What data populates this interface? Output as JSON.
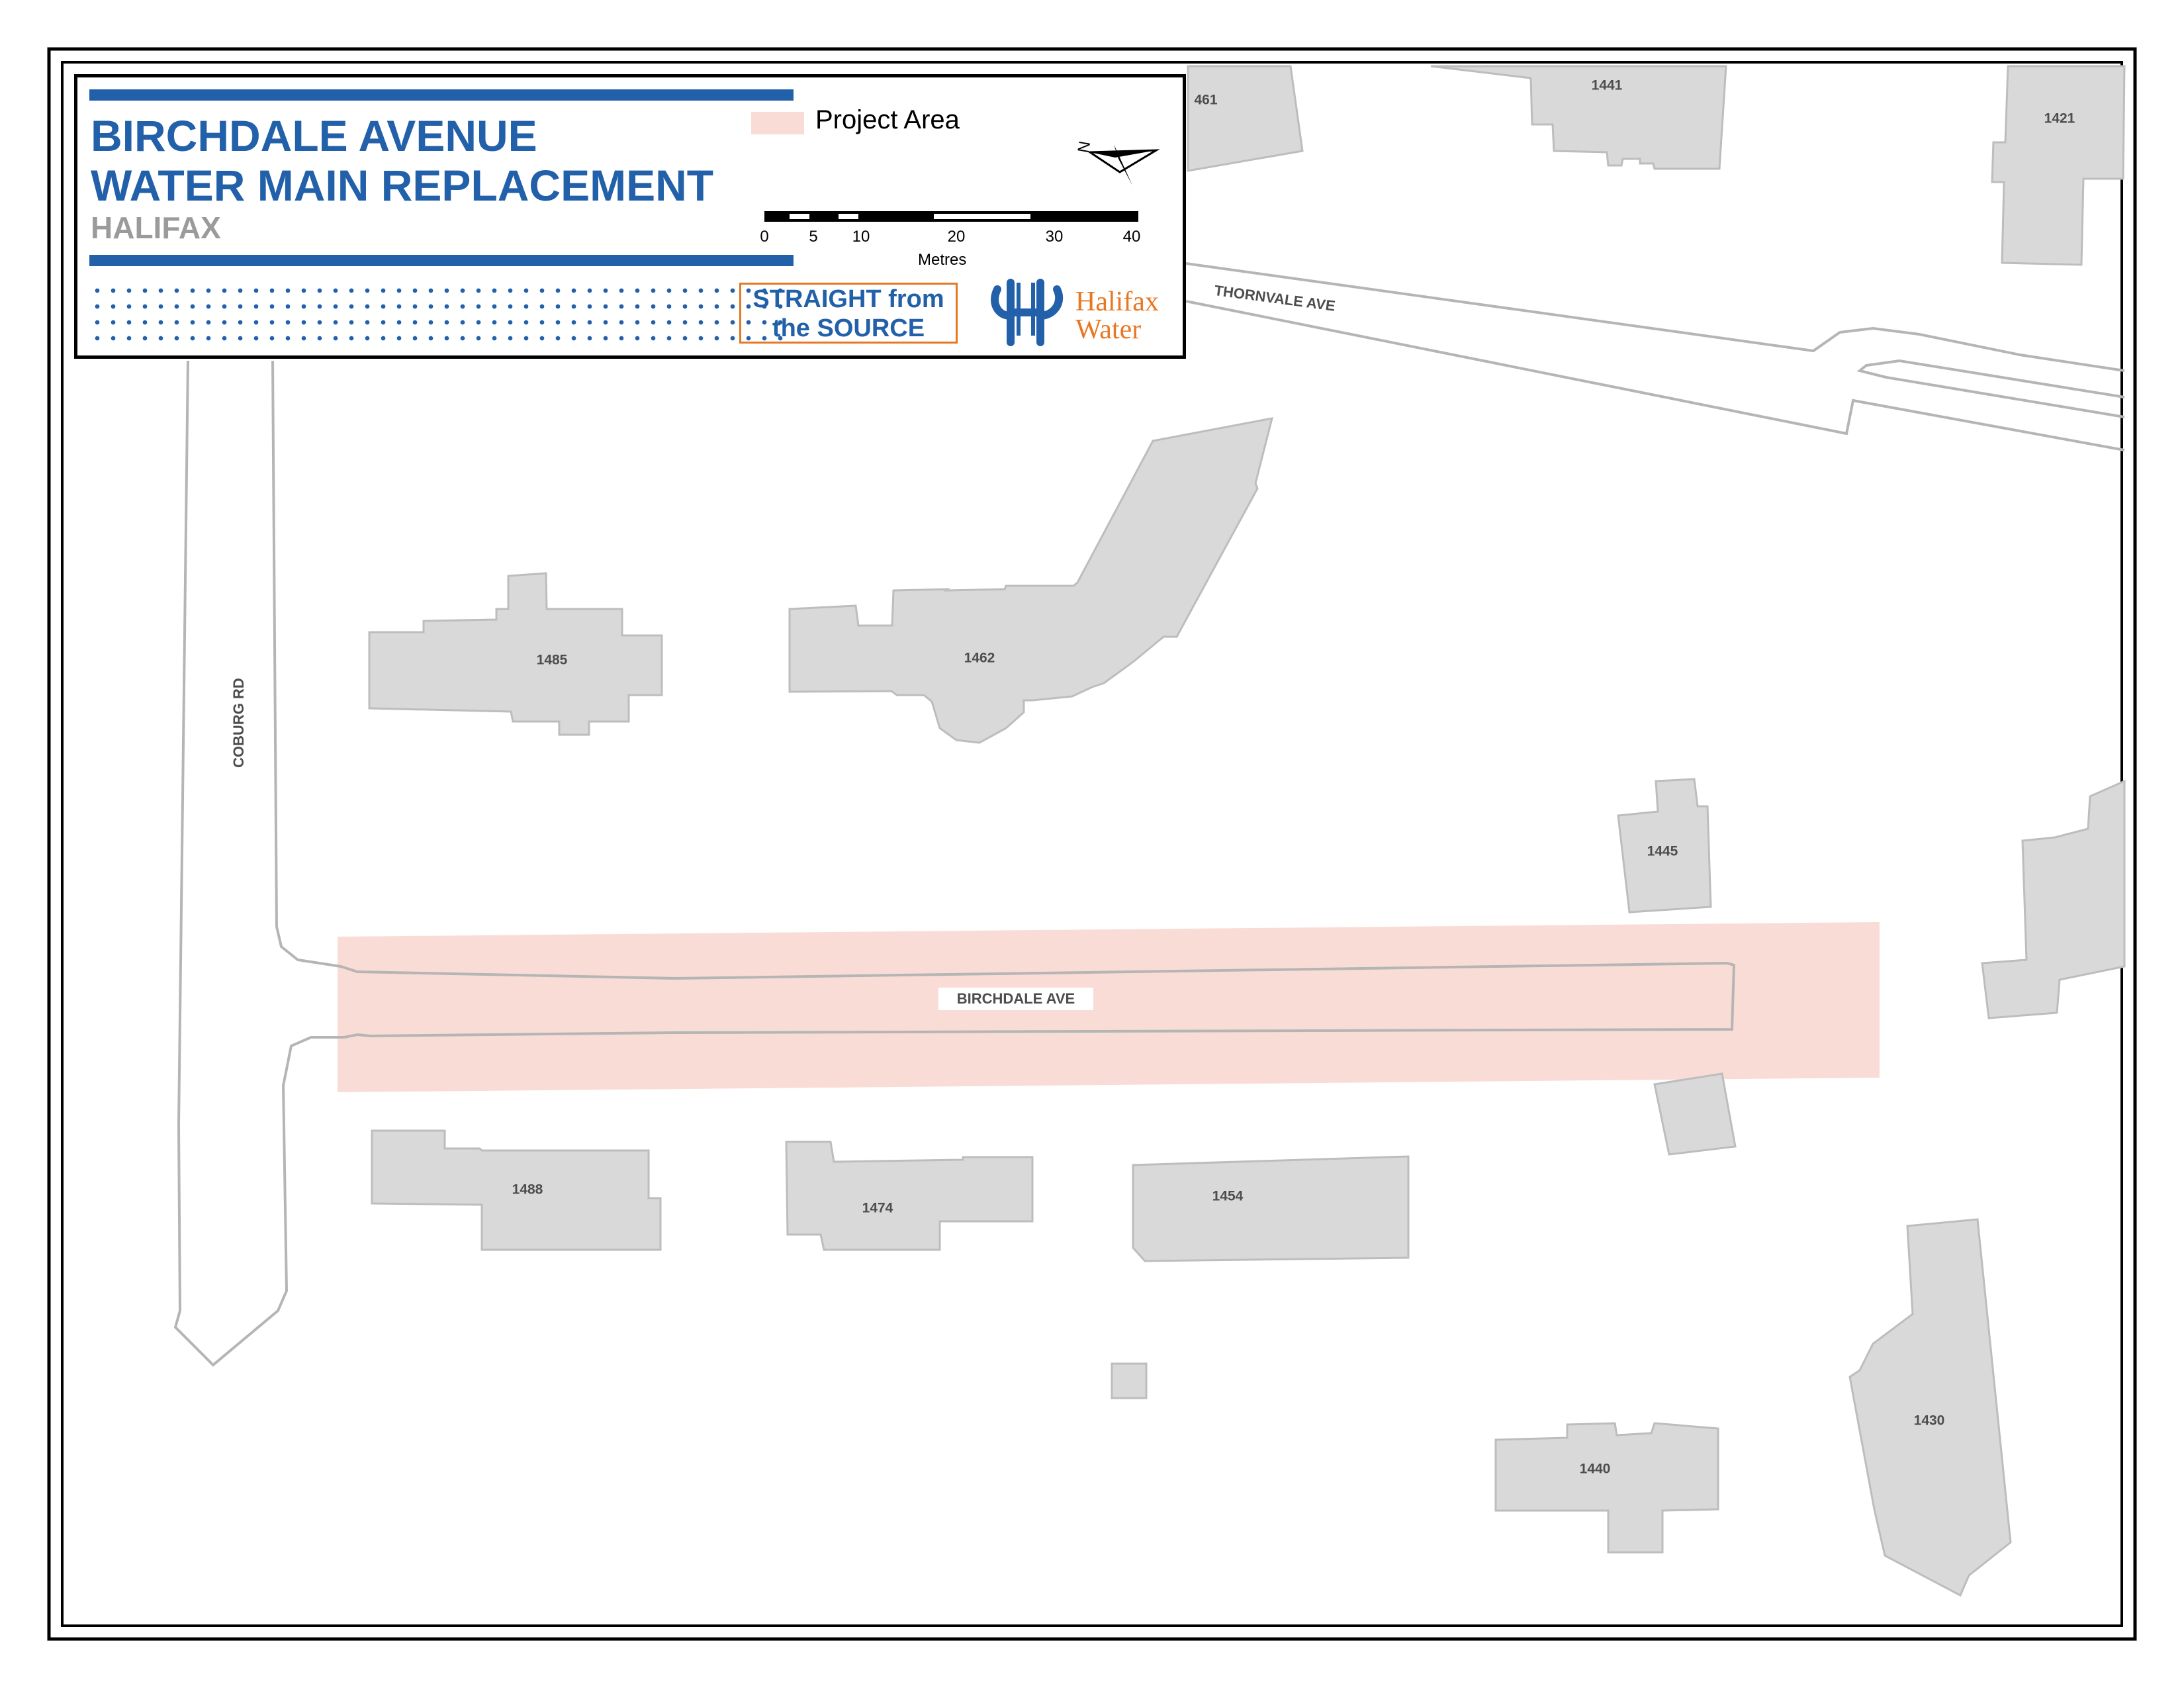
{
  "title": {
    "line1": "BIRCHDALE AVENUE",
    "line2": "WATER MAIN REPLACEMENT",
    "subtitle": "HALIFAX"
  },
  "legend": {
    "label": "Project Area",
    "color": "#fadcd6"
  },
  "scale": {
    "ticks": [
      "0",
      "5",
      "10",
      "20",
      "30",
      "40"
    ],
    "units": "Metres"
  },
  "north_arrow": {
    "label": "N",
    "icon": "north-arrow-icon"
  },
  "logos": {
    "straight_from_line1": "STRAIGHT from",
    "straight_from_line2": "the SOURCE",
    "halifax_water_line1": "Halifax",
    "halifax_water_line2": "Water"
  },
  "roads": {
    "coburg": "COBURG RD",
    "thornvale": "THORNVALE AVE",
    "birchdale": "BIRCHDALE AVE"
  },
  "buildings": [
    "461",
    "1441",
    "1421",
    "1485",
    "1462",
    "1445",
    "1488",
    "1474",
    "1454",
    "1430",
    "1440"
  ],
  "colors": {
    "brand_blue": "#2260aa",
    "brand_orange": "#e87722",
    "building_fill": "#d9d9d9",
    "road_line": "#b5b5b5",
    "project_area": "#fadcd6"
  }
}
